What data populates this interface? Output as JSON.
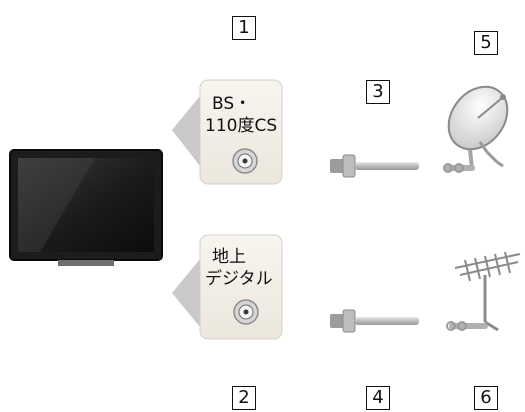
{
  "markers": [
    "1",
    "2",
    "3",
    "4",
    "5",
    "6"
  ],
  "terminals": {
    "bs": {
      "line1": "BS・",
      "line2": "110度CS"
    },
    "terrestrial": {
      "line1": "地上",
      "line2": "デジタル"
    }
  },
  "icons": {
    "tv": "tv-icon",
    "dish": "satellite-dish-icon",
    "antenna": "terrestrial-antenna-icon",
    "connector": "coax-connector-icon",
    "cable": "antenna-cable-icon"
  }
}
